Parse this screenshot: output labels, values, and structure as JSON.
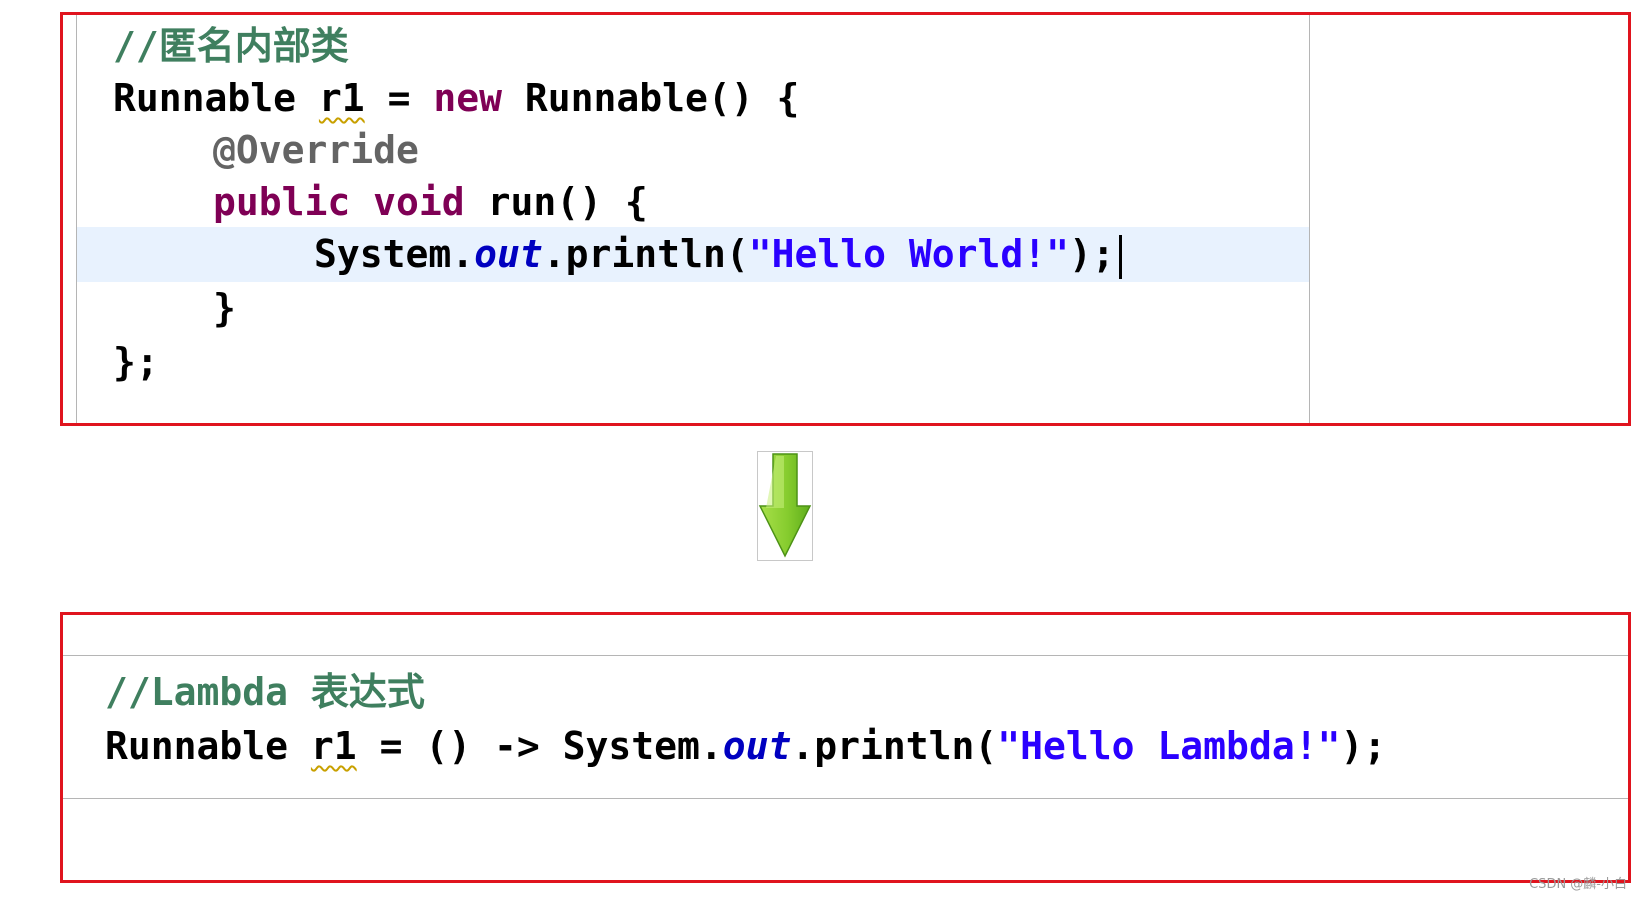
{
  "top_block": {
    "comment": "//匿名内部类",
    "line1": {
      "type": "Runnable",
      "var": "r1",
      "eq": " = ",
      "kw_new": "new",
      "ctor": " Runnable() {"
    },
    "line2": {
      "annotation": "@Override"
    },
    "line3": {
      "kw_public": "public",
      "kw_void": "void",
      "method": " run() {"
    },
    "line4": {
      "prefix": "System.",
      "field": "out",
      "call": ".println(",
      "string": "\"Hello World!\"",
      "suffix": ");"
    },
    "line5": {
      "text": "}"
    },
    "line6": {
      "text": "};"
    }
  },
  "bottom_block": {
    "comment": "//Lambda 表达式",
    "line1": {
      "type": "Runnable",
      "var": "r1",
      "rest": " = () -> System.",
      "field": "out",
      "call": ".println(",
      "string": "\"Hello Lambda!\"",
      "suffix": ");"
    }
  },
  "arrow": {
    "icon": "arrow-down-icon",
    "color_light": "#a8e04a",
    "color_dark": "#5fae1c"
  },
  "watermark": "CSDN @麟-小白",
  "colors": {
    "frame": "#e0141e",
    "keyword": "#7f0055",
    "comment": "#3f7f5f",
    "string": "#2a00ff",
    "field": "#0000c0",
    "annotation": "#646464",
    "highlight_line": "#e8f2fe"
  }
}
